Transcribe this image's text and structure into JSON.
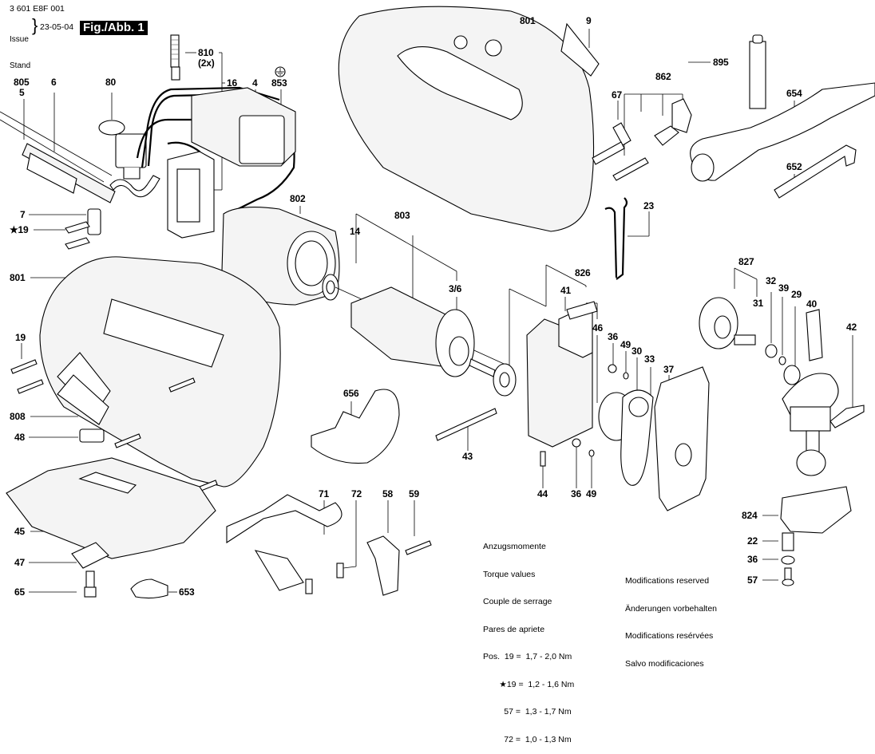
{
  "document": {
    "part_code": "3 601 E8F 001",
    "issue_label_en": "Issue",
    "issue_label_de": "Stand",
    "issue_date": "23-05-04",
    "figure_label": "Fig./Abb. 1"
  },
  "callouts": [
    {
      "id": "805",
      "text": "805"
    },
    {
      "id": "5",
      "text": "5"
    },
    {
      "id": "6",
      "text": "6"
    },
    {
      "id": "80",
      "text": "80"
    },
    {
      "id": "810",
      "text": "810"
    },
    {
      "id": "810-qty",
      "text": "(2x)"
    },
    {
      "id": "16",
      "text": "16"
    },
    {
      "id": "4",
      "text": "4"
    },
    {
      "id": "853",
      "text": "853"
    },
    {
      "id": "801-top",
      "text": "801"
    },
    {
      "id": "9",
      "text": "9"
    },
    {
      "id": "895",
      "text": "895"
    },
    {
      "id": "862",
      "text": "862"
    },
    {
      "id": "67",
      "text": "67"
    },
    {
      "id": "654",
      "text": "654"
    },
    {
      "id": "652",
      "text": "652"
    },
    {
      "id": "23",
      "text": "23"
    },
    {
      "id": "7",
      "text": "7"
    },
    {
      "id": "19-star-top",
      "text": "★19"
    },
    {
      "id": "802",
      "text": "802"
    },
    {
      "id": "14",
      "text": "14"
    },
    {
      "id": "803",
      "text": "803"
    },
    {
      "id": "3-6",
      "text": "3/6"
    },
    {
      "id": "826",
      "text": "826"
    },
    {
      "id": "41",
      "text": "41"
    },
    {
      "id": "46",
      "text": "46"
    },
    {
      "id": "36-a",
      "text": "36"
    },
    {
      "id": "49-a",
      "text": "49"
    },
    {
      "id": "30",
      "text": "30"
    },
    {
      "id": "33",
      "text": "33"
    },
    {
      "id": "37",
      "text": "37"
    },
    {
      "id": "827",
      "text": "827"
    },
    {
      "id": "31",
      "text": "31"
    },
    {
      "id": "32",
      "text": "32"
    },
    {
      "id": "39",
      "text": "39"
    },
    {
      "id": "29",
      "text": "29"
    },
    {
      "id": "40",
      "text": "40"
    },
    {
      "id": "42",
      "text": "42"
    },
    {
      "id": "801-left",
      "text": "801"
    },
    {
      "id": "19",
      "text": "19"
    },
    {
      "id": "808",
      "text": "808"
    },
    {
      "id": "48",
      "text": "48"
    },
    {
      "id": "656",
      "text": "656"
    },
    {
      "id": "43",
      "text": "43"
    },
    {
      "id": "44",
      "text": "44"
    },
    {
      "id": "36-b",
      "text": "36"
    },
    {
      "id": "49-b",
      "text": "49"
    },
    {
      "id": "45",
      "text": "45"
    },
    {
      "id": "47",
      "text": "47"
    },
    {
      "id": "65",
      "text": "65"
    },
    {
      "id": "653",
      "text": "653"
    },
    {
      "id": "71",
      "text": "71"
    },
    {
      "id": "72",
      "text": "72"
    },
    {
      "id": "58",
      "text": "58"
    },
    {
      "id": "59",
      "text": "59"
    },
    {
      "id": "824",
      "text": "824"
    },
    {
      "id": "22",
      "text": "22"
    },
    {
      "id": "36-c",
      "text": "36"
    },
    {
      "id": "57",
      "text": "57"
    }
  ],
  "torque": {
    "headings": [
      "Anzugsmomente",
      "Torque values",
      "Couple de serrage",
      "Pares de apriete"
    ],
    "pos_label": "Pos.",
    "rows": [
      {
        "marker": "",
        "pos": "19",
        "value": "1,7 - 2,0 Nm"
      },
      {
        "marker": "★",
        "pos": "19",
        "value": "1,2 - 1,6 Nm"
      },
      {
        "marker": "",
        "pos": "57",
        "value": "1,3 - 1,7 Nm"
      },
      {
        "marker": "",
        "pos": "72",
        "value": "1,0 - 1,3 Nm"
      }
    ]
  },
  "modifications": [
    "Modifications reserved",
    "Änderungen vorbehalten",
    "Modifications resérvées",
    "Salvo modificaciones"
  ],
  "icons": {
    "ground_symbol": "ground-icon",
    "star_marker": "★"
  }
}
